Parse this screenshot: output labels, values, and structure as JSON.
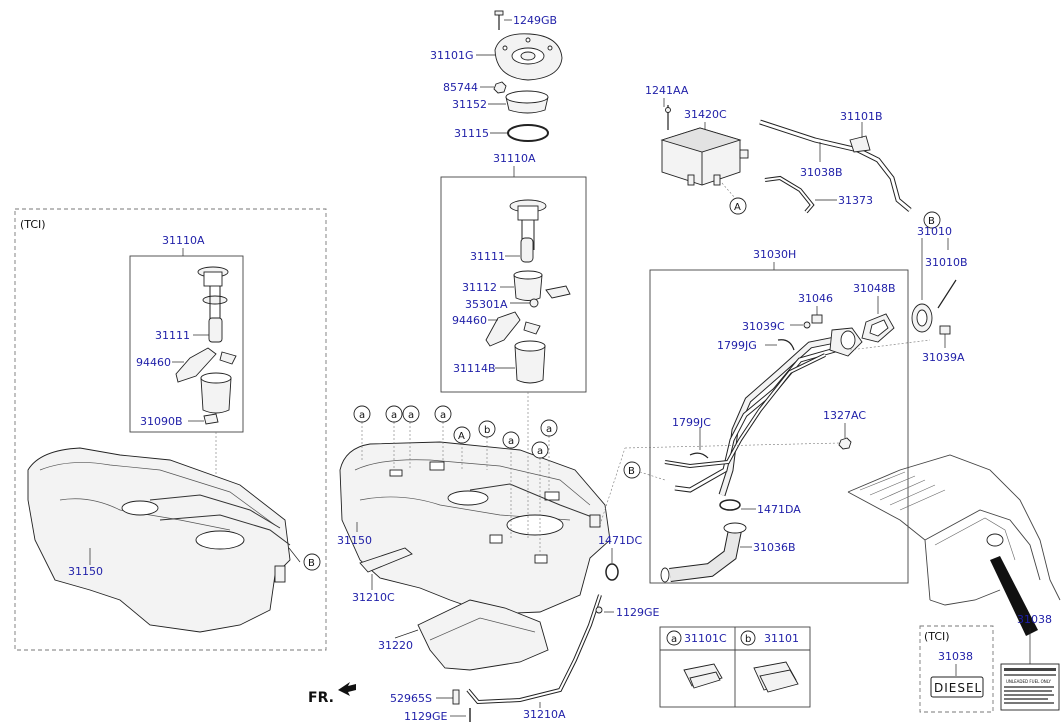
{
  "labels": {
    "p1249GB": "1249GB",
    "p31101G": "31101G",
    "p85744": "85744",
    "p31152": "31152",
    "p31115": "31115",
    "p31110A_c": "31110A",
    "p31111_c": "31111",
    "p31112": "31112",
    "p35301A": "35301A",
    "p94460_c": "94460",
    "p31114B": "31114B",
    "p1241AA": "1241AA",
    "p31420C": "31420C",
    "p31101B": "31101B",
    "p31038B": "31038B",
    "p31373": "31373",
    "p31010": "31010",
    "p31010B": "31010B",
    "p31030H": "31030H",
    "p31046": "31046",
    "p31048B": "31048B",
    "p31039C": "31039C",
    "p1799JG": "1799JG",
    "p31039A": "31039A",
    "p1327AC": "1327AC",
    "p1799JC": "1799JC",
    "p1471DA": "1471DA",
    "p31036B": "31036B",
    "p1471DC": "1471DC",
    "p1129GE_a": "1129GE",
    "p31150_c": "31150",
    "p31210C": "31210C",
    "p31220": "31220",
    "p52965S": "52965S",
    "p1129GE_b": "1129GE",
    "p31210A": "31210A",
    "p31110A_l": "31110A",
    "p31111_l": "31111",
    "p94460_l": "94460",
    "p31090B": "31090B",
    "p31150_l": "31150",
    "p31038_tci": "31038",
    "p31038_r": "31038",
    "p31101C": "31101C",
    "p31101": "31101"
  },
  "text": {
    "tci_left": "(TCI)",
    "tci_small": "(TCI)",
    "diesel": "DIESEL",
    "fr": "FR.",
    "unleaded": "UNLEADED FUEL ONLY"
  },
  "letters": {
    "a": "a",
    "b": "b",
    "A": "A",
    "B": "B"
  }
}
